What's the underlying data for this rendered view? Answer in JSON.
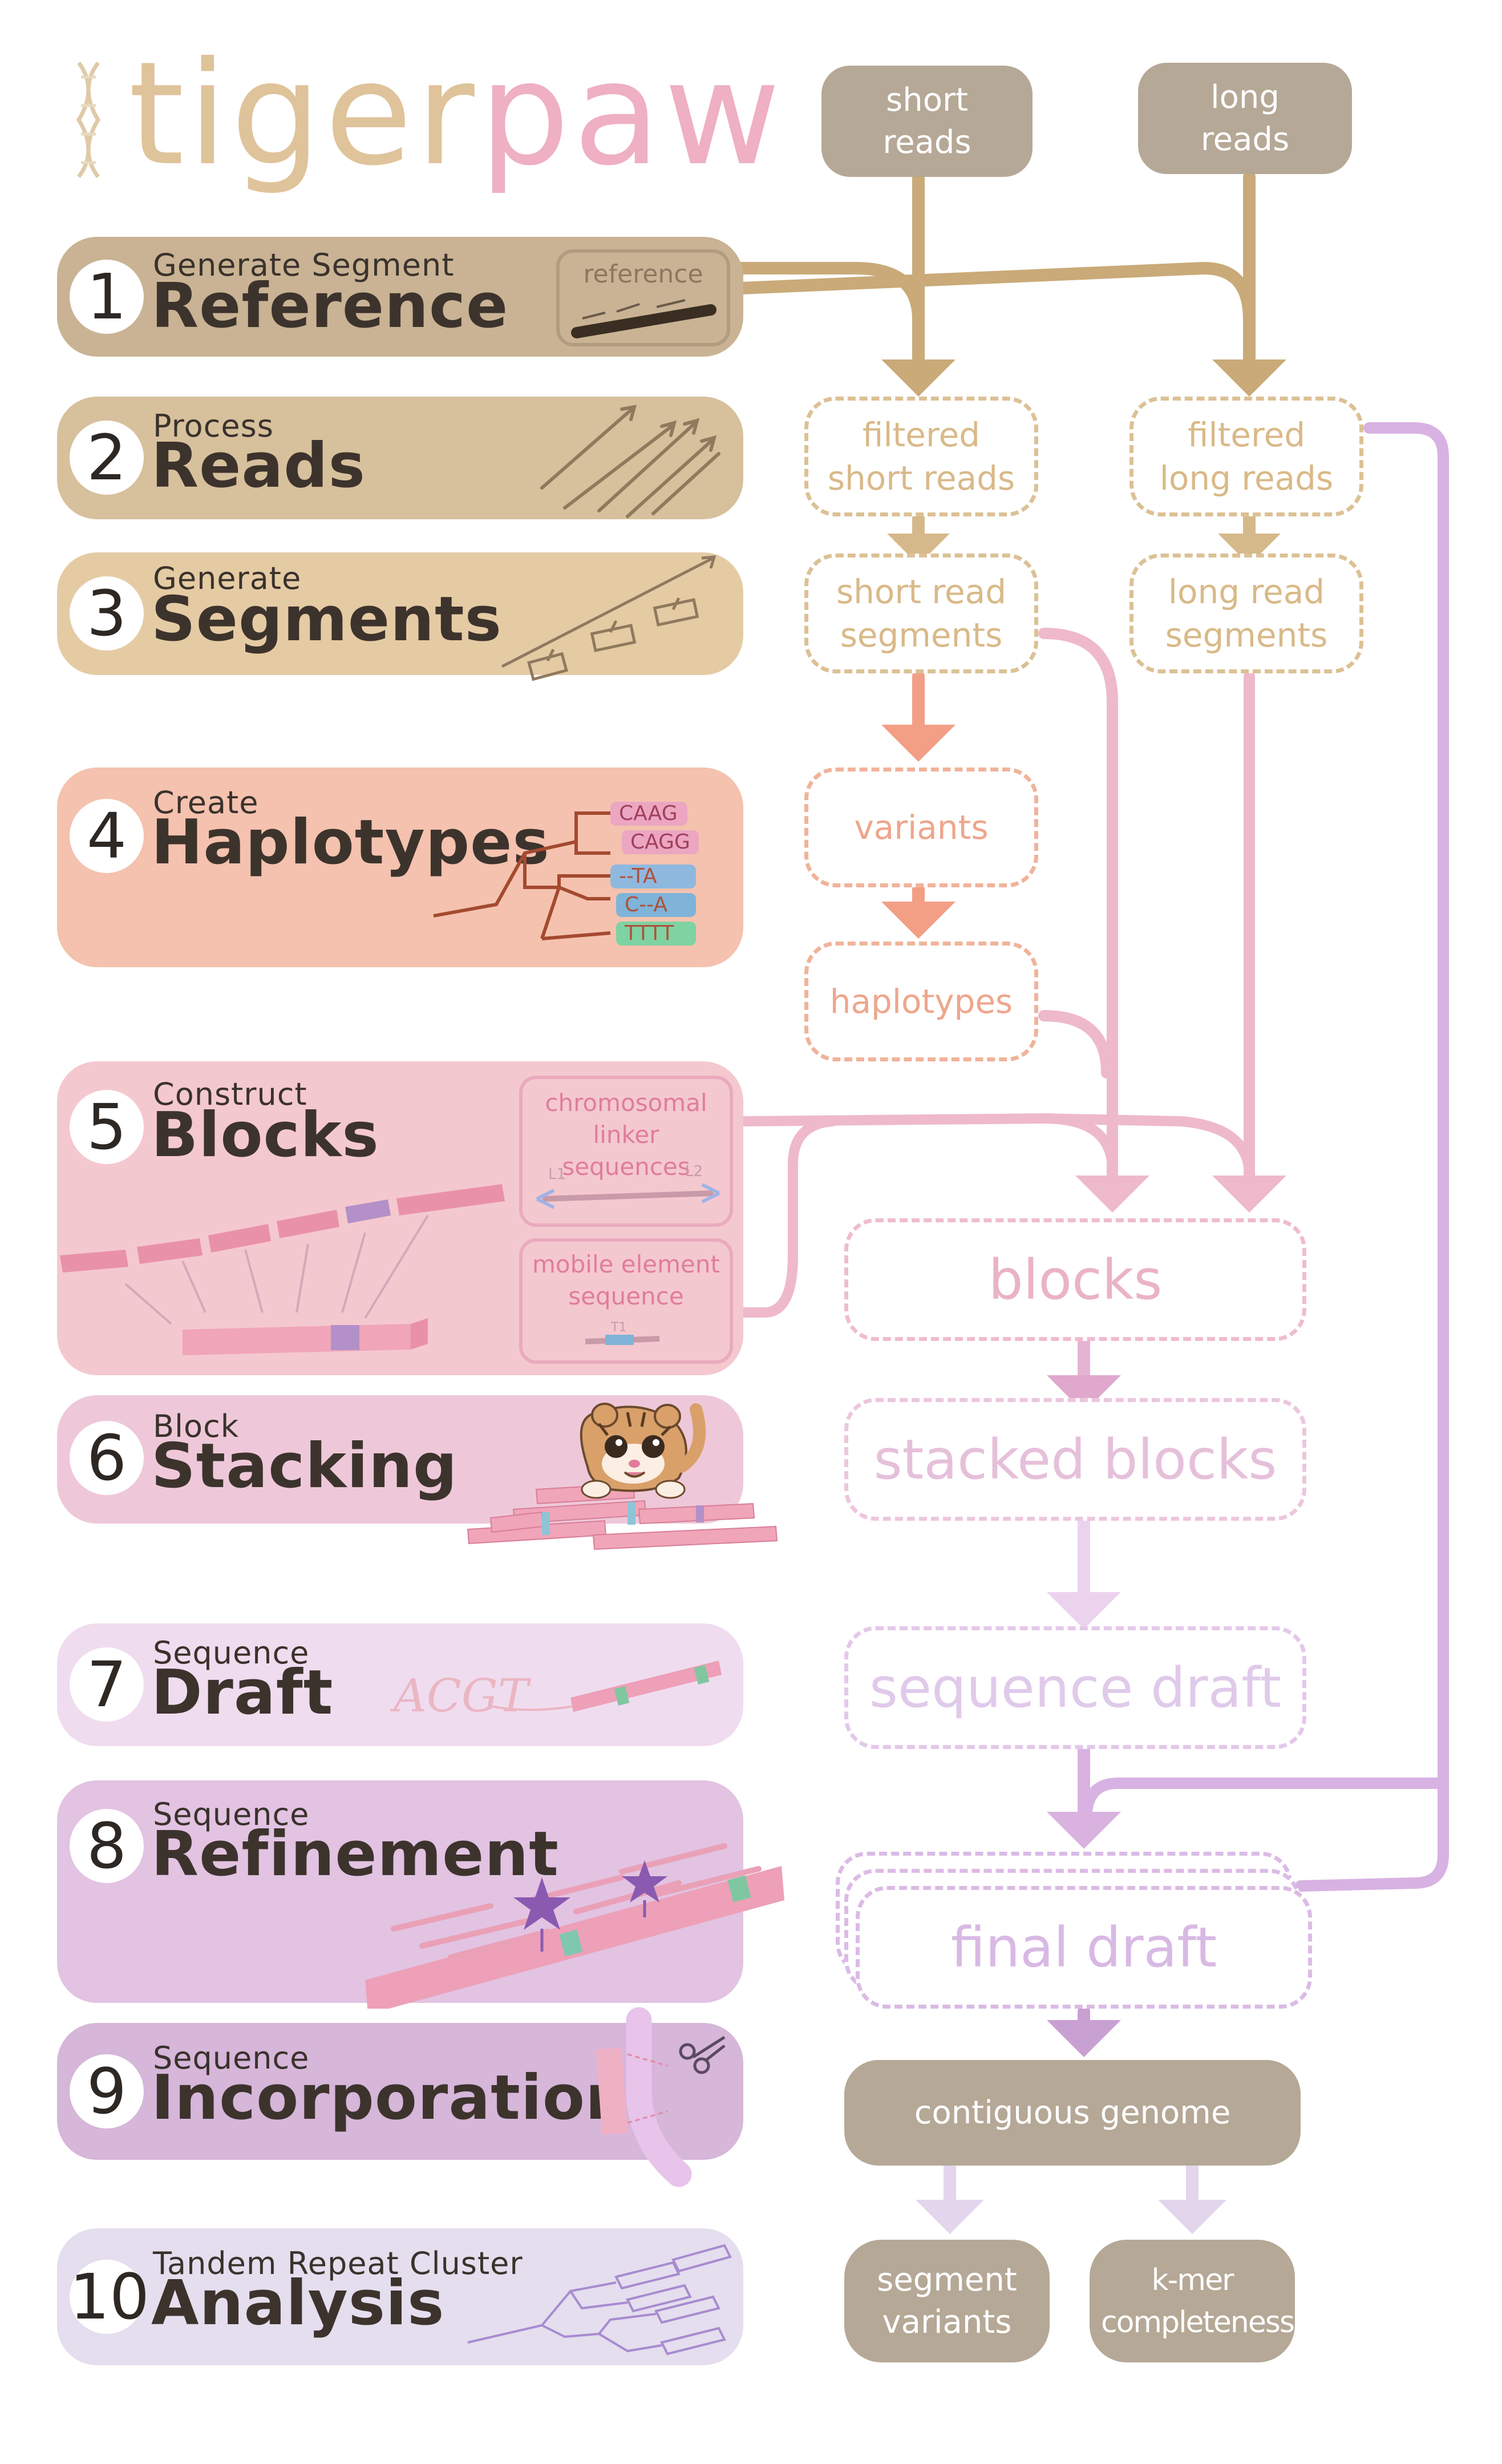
{
  "title": {
    "word1": "tiger",
    "word2": "paw"
  },
  "steps": [
    {
      "number": "1",
      "subtitle": "Generate Segment",
      "title": "Reference",
      "color": "#c9b394",
      "illustration_label": "reference"
    },
    {
      "number": "2",
      "subtitle": "Process",
      "title": "Reads",
      "color": "#d7c09c"
    },
    {
      "number": "3",
      "subtitle": "Generate",
      "title": "Segments",
      "color": "#e5cba4"
    },
    {
      "number": "4",
      "subtitle": "Create",
      "title": "Haplotypes",
      "color": "#f4c2ae",
      "illustration_labels": [
        "CAAG",
        "CAGG",
        "--TA",
        "C--A",
        "TTTT"
      ]
    },
    {
      "number": "5",
      "subtitle": "Construct",
      "title": "Blocks",
      "color": "#f4c8cf",
      "callout_1": "chromosomal linker sequences",
      "callout_1_labels": [
        "L1",
        "L2"
      ],
      "callout_2": "mobile element sequence",
      "callout_2_label": "T1"
    },
    {
      "number": "6",
      "subtitle": "Block",
      "title": "Stacking",
      "color": "#eec8d9"
    },
    {
      "number": "7",
      "subtitle": "Sequence",
      "title": "Draft",
      "color": "#f0dcef",
      "illustration_label": "ACGT"
    },
    {
      "number": "8",
      "subtitle": "Sequence",
      "title": "Refinement",
      "color": "#e2c3e2"
    },
    {
      "number": "9",
      "subtitle": "Sequence",
      "title": "Incorporation",
      "color": "#d6b6d9"
    },
    {
      "number": "10",
      "subtitle": "Tandem Repeat Cluster",
      "title": "Analysis",
      "color": "#e4deee"
    }
  ],
  "flow": {
    "short_reads": "short reads",
    "long_reads": "long reads",
    "filtered_short": "filtered short reads",
    "filtered_long": "filtered long reads",
    "short_segments": "short read segments",
    "long_segments": "long read segments",
    "variants": "variants",
    "haplotypes": "haplotypes",
    "blocks": "blocks",
    "stacked_blocks": "stacked blocks",
    "sequence_draft": "sequence draft",
    "final_draft": "final draft",
    "contiguous_genome": "contiguous genome",
    "segment_variants": "segment variants",
    "kmer_completeness": "k-mer completeness"
  },
  "colors": {
    "tan": "#c9aa78",
    "salmon": "#f09e86",
    "pink": "#ecb5c9",
    "lavender": "#d8b2e2",
    "gray": "#b5a896",
    "light_lavender": "#e3d6ec"
  }
}
